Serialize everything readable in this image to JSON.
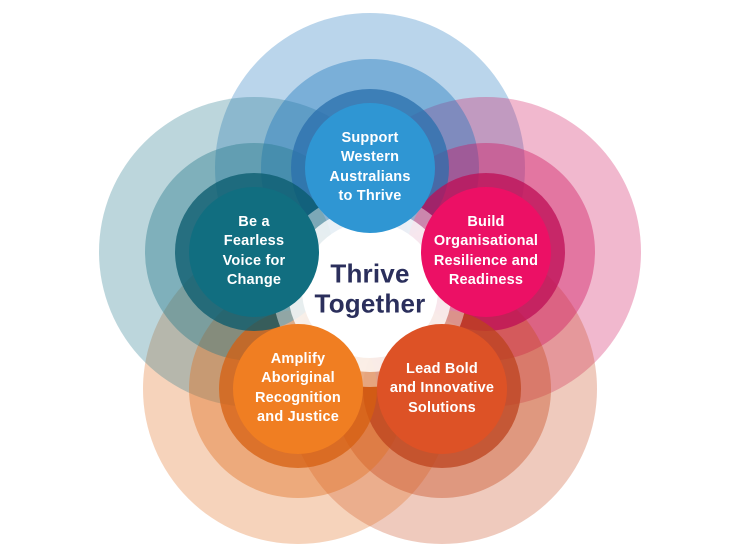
{
  "background_color": "#FFFFFF",
  "center": {
    "label": "Thrive\nTogether",
    "text_color": "#2B2F5C",
    "halo_color": "#FFFFFF"
  },
  "petals": [
    {
      "id": "support",
      "label": "Support\nWestern\nAustralians\nto Thrive",
      "color": "#2F96D3",
      "deep_color": "#1B75BC",
      "ring_color": "#2A6FAC",
      "text_color": "#FFFFFF"
    },
    {
      "id": "build",
      "label": "Build\nOrganisational\nResilience and\nReadiness",
      "color": "#EC1065",
      "deep_color": "#D0145E",
      "ring_color": "#BE0D55",
      "text_color": "#FFFFFF"
    },
    {
      "id": "lead",
      "label": "Lead Bold\nand Innovative\nSolutions",
      "color": "#DD5226",
      "deep_color": "#C94E24",
      "ring_color": "#BC431D",
      "text_color": "#FFFFFF"
    },
    {
      "id": "amplify",
      "label": "Amplify\nAboriginal\nRecognition\nand Justice",
      "color": "#F07E22",
      "deep_color": "#E06D1E",
      "ring_color": "#D55F10",
      "text_color": "#FFFFFF"
    },
    {
      "id": "voice",
      "label": "Be a\nFearless\nVoice for\nChange",
      "color": "#116E80",
      "deep_color": "#22778A",
      "ring_color": "#085A6C",
      "text_color": "#FFFFFF"
    }
  ]
}
